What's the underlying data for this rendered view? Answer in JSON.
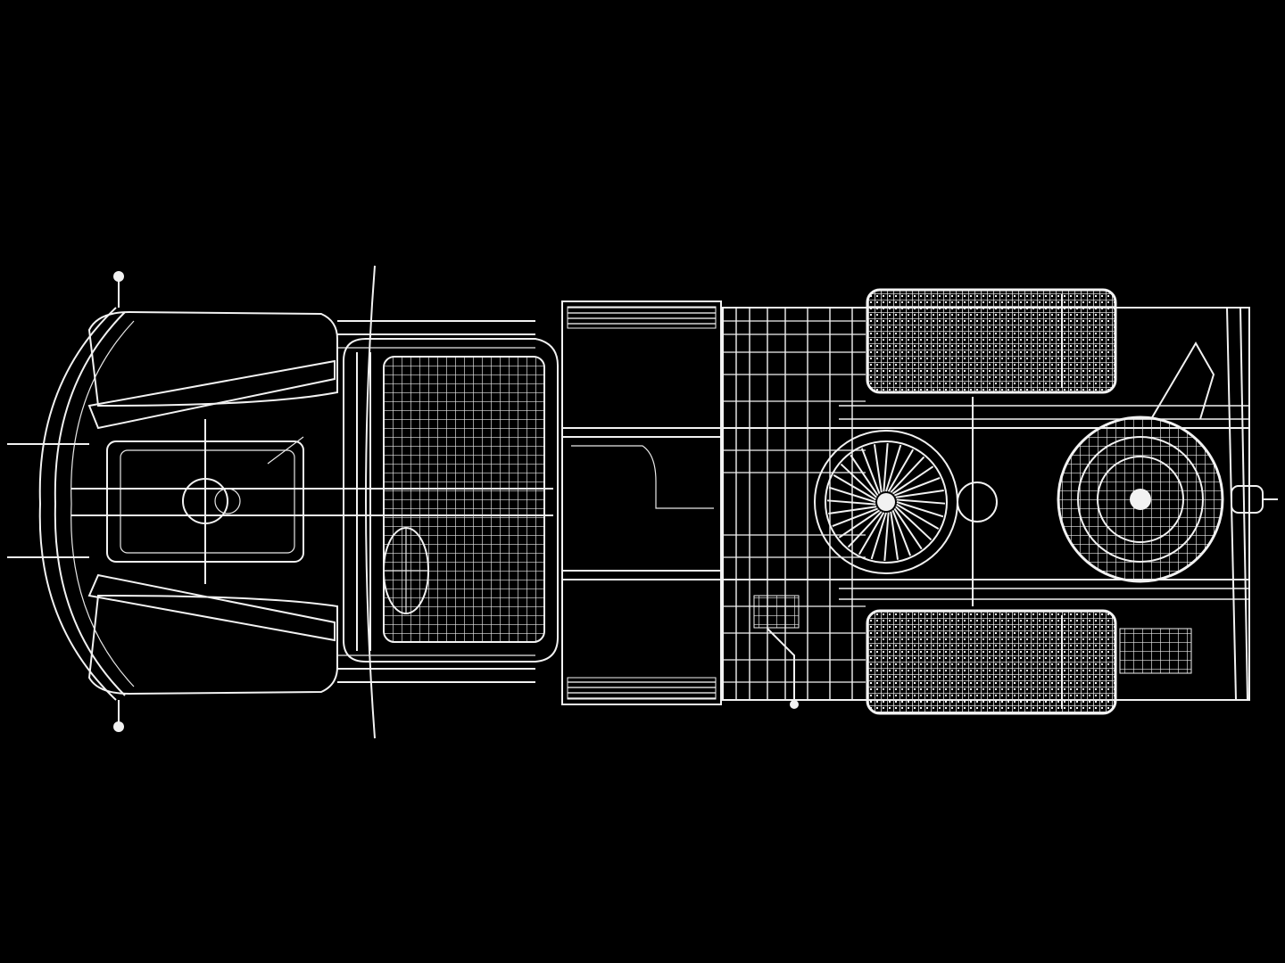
{
  "viewport": {
    "background": "#000000",
    "wire_color": "#f2f2f2"
  },
  "model": {
    "view": "top",
    "render_mode": "wireframe",
    "subject": "truck-chassis"
  }
}
